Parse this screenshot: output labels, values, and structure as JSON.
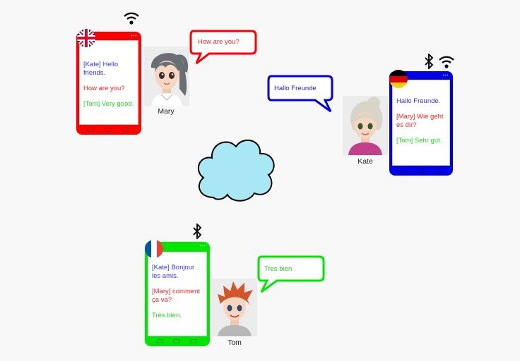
{
  "colors": {
    "english": "#ff0000",
    "german": "#0000e6",
    "french": "#00e600",
    "cloud": "#a8e8f4"
  },
  "icons": [
    "wifi-icon",
    "bluetooth-icon",
    "uk-flag-icon",
    "german-flag-icon",
    "french-flag-icon",
    "cloud-icon"
  ],
  "phones": {
    "english": {
      "messages": [
        {
          "text": "[Kate] Hello friends.",
          "color": "#3333ff"
        },
        {
          "text": "How are you?",
          "color": "#ff2222"
        },
        {
          "text": "[Tom] Very good.",
          "color": "#22dd22"
        }
      ]
    },
    "german": {
      "messages": [
        {
          "text": "Hallo Freunde.",
          "color": "#3333ff"
        },
        {
          "text": "[Mary] Wie geht es dir?",
          "color": "#ff2222"
        },
        {
          "text": "[Tom] Sehr gut.",
          "color": "#22dd22"
        }
      ]
    },
    "french": {
      "messages": [
        {
          "text": "[Kate] Bonjour les amis.",
          "color": "#3333ff"
        },
        {
          "text": "[Mary] comment ça va?",
          "color": "#ff2222"
        },
        {
          "text": "Très bien.",
          "color": "#22dd22"
        }
      ]
    }
  },
  "bubbles": {
    "mary": "How are you?",
    "kate": "Hallo Freunde",
    "tom": "Tres bien"
  },
  "people": {
    "mary": "Mary",
    "kate": "Kate",
    "tom": "Tom"
  }
}
